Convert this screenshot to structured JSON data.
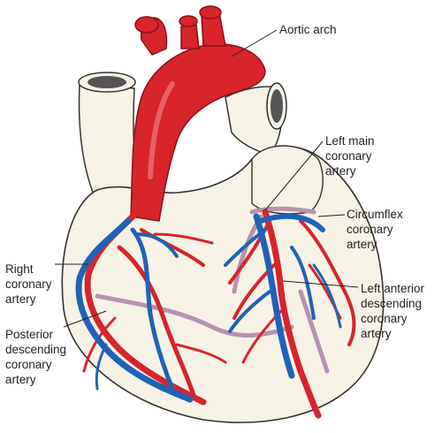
{
  "labels": {
    "aortic_arch": [
      "Aortic arch"
    ],
    "left_main": [
      "Left main",
      "coronary",
      "artery"
    ],
    "circumflex": [
      "Circumflex",
      "coronary",
      "artery"
    ],
    "right_coronary": [
      "Right",
      "coronary",
      "artery"
    ],
    "left_anterior": [
      "Left anterior",
      "descending",
      "coronary",
      "artery"
    ],
    "posterior_descending": [
      "Posterior",
      "descending",
      "coronary",
      "artery"
    ]
  },
  "colors": {
    "artery": "#d8242b",
    "artery_dark": "#a5151b",
    "vein": "#1f63b8",
    "heart_fill": "#f7f2e6",
    "outline": "#333333",
    "vessel_purple": "#b892b0"
  }
}
